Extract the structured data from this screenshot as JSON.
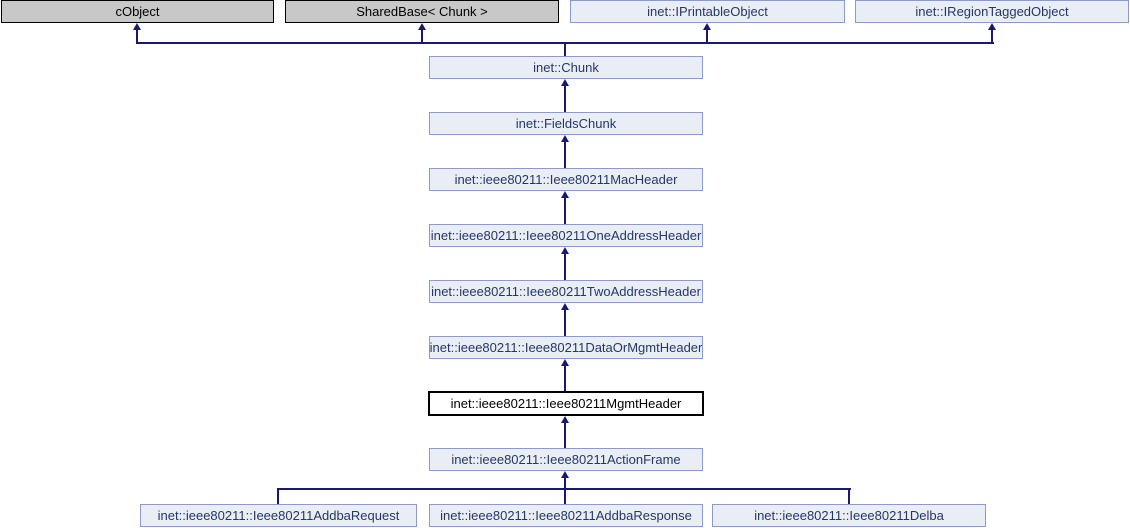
{
  "diagram": {
    "nodes": {
      "cobject": {
        "label": "cObject",
        "kind": "external"
      },
      "sharedbase": {
        "label": "SharedBase< Chunk >",
        "kind": "external"
      },
      "iprintableobject": {
        "label": "inet::IPrintableObject",
        "kind": "class"
      },
      "iregiontaggedobject": {
        "label": "inet::IRegionTaggedObject",
        "kind": "class"
      },
      "chunk": {
        "label": "inet::Chunk",
        "kind": "class"
      },
      "fieldschunk": {
        "label": "inet::FieldsChunk",
        "kind": "class"
      },
      "macheader": {
        "label": "inet::ieee80211::Ieee80211MacHeader",
        "kind": "class"
      },
      "oneaddressheader": {
        "label": "inet::ieee80211::Ieee80211OneAddressHeader",
        "kind": "class"
      },
      "twoaddressheader": {
        "label": "inet::ieee80211::Ieee80211TwoAddressHeader",
        "kind": "class"
      },
      "dataormgmtheader": {
        "label": "inet::ieee80211::Ieee80211DataOrMgmtHeader",
        "kind": "class"
      },
      "mgmtheader": {
        "label": "inet::ieee80211::Ieee80211MgmtHeader",
        "kind": "current"
      },
      "actionframe": {
        "label": "inet::ieee80211::Ieee80211ActionFrame",
        "kind": "class"
      },
      "addbarequest": {
        "label": "inet::ieee80211::Ieee80211AddbaRequest",
        "kind": "class"
      },
      "addbaresponse": {
        "label": "inet::ieee80211::Ieee80211AddbaResponse",
        "kind": "class"
      },
      "delba": {
        "label": "inet::ieee80211::Ieee80211Delba",
        "kind": "class"
      }
    }
  },
  "colors": {
    "background": "#FFFFFF",
    "edge_line": "#191970",
    "external_fill": "#C8C8C8",
    "external_border": "#000000",
    "external_text": "#000000",
    "class_fill": "#E9EDF6",
    "class_border": "#8A9AC9",
    "class_text": "#253863",
    "current_fill": "#FFFFFF",
    "current_border": "#000000",
    "current_text": "#000000"
  }
}
